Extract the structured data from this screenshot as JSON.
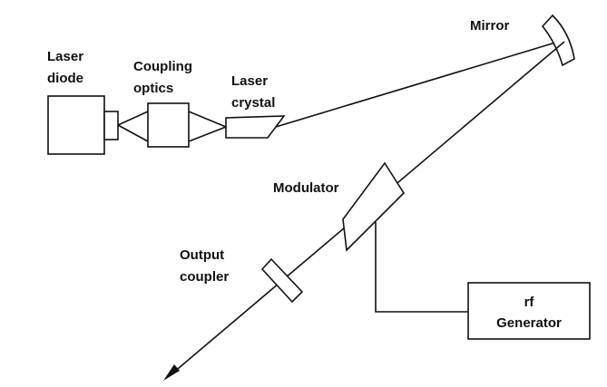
{
  "labels": {
    "laser_diode_line1": "Laser",
    "laser_diode_line2": "diode",
    "coupling_line1": "Coupling",
    "coupling_line2": "optics",
    "crystal_line1": "Laser",
    "crystal_line2": "crystal",
    "mirror": "Mirror",
    "modulator": "Modulator",
    "output_line1": "Output",
    "output_line2": "coupler",
    "rf_line1": "rf",
    "rf_line2": "Generator"
  },
  "colors": {
    "ink": "#111111",
    "background": "#ffffff"
  }
}
